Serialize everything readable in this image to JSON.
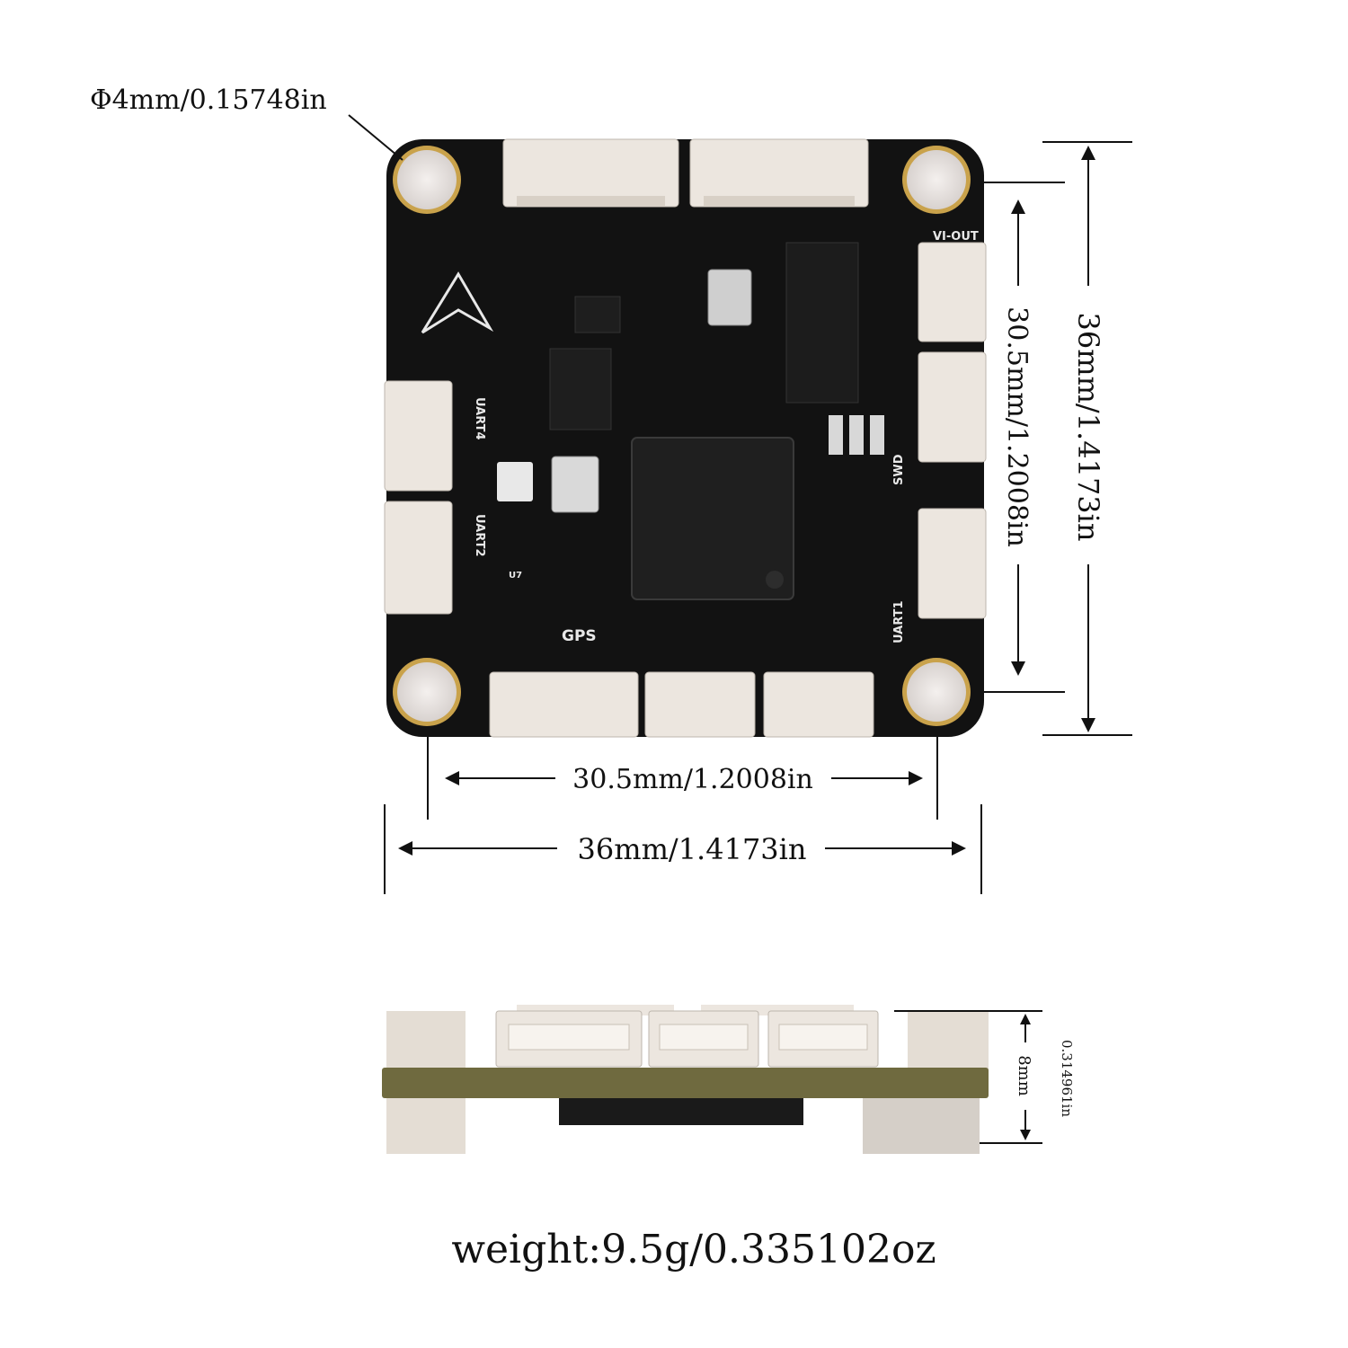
{
  "top_view": {
    "hole_callout": "Φ4mm/0.15748in",
    "mount_spacing_horizontal": "30.5mm/1.2008in",
    "board_width": "36mm/1.4173in",
    "mount_spacing_vertical": "30.5mm/1.2008in",
    "board_height": "36mm/1.4173in",
    "silkscreen": {
      "vi_out": "VI-OUT",
      "uart4": "UART4",
      "uart2": "UART2",
      "uart1": "UART1",
      "swd": "SWD",
      "gps": "GPS",
      "u7": "U7"
    }
  },
  "side_view": {
    "height_mm": "8mm",
    "height_in": "0.314961in"
  },
  "weight": "weight:9.5g/0.335102oz",
  "colors": {
    "pcb": "#111111",
    "connector": "#ece6df",
    "hole_ring": "#c9a24b",
    "pcb_edge": "#6f6a3f",
    "dimension_line": "#111111"
  }
}
